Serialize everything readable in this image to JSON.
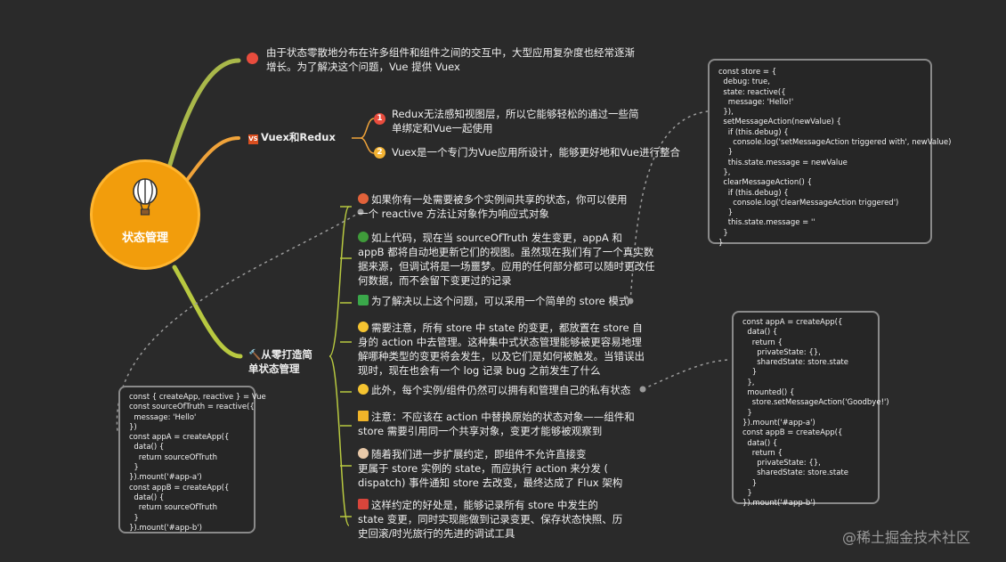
{
  "central": {
    "label": "状态管理",
    "icon": "hot-air-balloon-icon"
  },
  "branch1": {
    "dot_color": "#e84c3d",
    "lines": [
      "由于状态零散地分布在许多组件和组件之间的交互中，大型应用复杂度也经常逐渐",
      "增长。为了解决这个问题，Vue 提供 Vuex"
    ]
  },
  "branch2": {
    "badge": "VS",
    "title": "Vuex和Redux",
    "item1": {
      "num": "1",
      "lines": [
        "Redux无法感知视图层，所以它能够轻松的通过一些简",
        "单绑定和Vue一起使用"
      ]
    },
    "item2": {
      "num": "2",
      "lines": [
        "Vuex是一个专门为Vue应用所设计，能够更好地和Vue进行整合"
      ]
    }
  },
  "branch3": {
    "title_lines": [
      "从零打造简",
      "单状态管理"
    ],
    "items": [
      {
        "icon": "house-icon",
        "lines": [
          "如果你有一处需要被多个实例间共享的状态，你可以使用",
          "一个 reactive 方法让对象作为响应式对象"
        ]
      },
      {
        "icon": "tree-icon",
        "lines": [
          "如上代码，现在当 sourceOfTruth 发生变更，appA 和",
          "appB 都将自动地更新它们的视图。虽然现在我们有了一个真实数",
          "据来源，但调试将是一场噩梦。应用的任何部分都可以随时更改任",
          "何数据，而不会留下变更过的记录"
        ]
      },
      {
        "icon": "check-icon",
        "lines": [
          "为了解决以上这个问题，可以采用一个简单的 store 模式"
        ]
      },
      {
        "icon": "lightbulb-icon",
        "lines": [
          "需要注意，所有 store 中 state 的变更，都放置在 store 自",
          "身的 action 中去管理。这种集中式状态管理能够被更容易地理",
          "解哪种类型的变更将会发生，以及它们是如何被触发。当错误出",
          "现时，现在也会有一个 log 记录 bug 之前发生了什么"
        ]
      },
      {
        "icon": "smile-icon",
        "lines": [
          "此外，每个实例/组件仍然可以拥有和管理自己的私有状态"
        ]
      },
      {
        "icon": "warning-icon",
        "lines": [
          "注意：不应该在 action 中替换原始的状态对象——组件和",
          "store 需要引用同一个共享对象，变更才能够被观察到"
        ]
      },
      {
        "icon": "hand-icon",
        "lines": [
          "随着我们进一步扩展约定，即组件不允许直接变",
          "更属于 store 实例的 state，而应执行 action 来分发 (",
          "dispatch) 事件通知 store 去改变，最终达成了 Flux 架构"
        ]
      },
      {
        "icon": "megaphone-icon",
        "lines": [
          "这样约定的好处是，能够记录所有 store 中发生的",
          "state 变更，同时实现能做到记录变更、保存状态快照、历",
          "史回滚/时光旅行的先进的调试工具"
        ]
      }
    ]
  },
  "code_store": [
    "const store = {",
    "  debug: true,",
    "  state: reactive({",
    "    message: 'Hello!'",
    "  }),",
    "  setMessageAction(newValue) {",
    "    if (this.debug) {",
    "      console.log('setMessageAction triggered with', newValue)",
    "    }",
    "    this.state.message = newValue",
    "  },",
    "  clearMessageAction() {",
    "    if (this.debug) {",
    "      console.log('clearMessageAction triggered')",
    "    }",
    "    this.state.message = ''",
    "  }",
    "}"
  ],
  "code_apps": [
    "const appA = createApp({",
    "  data() {",
    "    return {",
    "      privateState: {},",
    "      sharedState: store.state",
    "    }",
    "  },",
    "  mounted() {",
    "    store.setMessageAction('Goodbye!')",
    "  }",
    "}).mount('#app-a')",
    "const appB = createApp({",
    "  data() {",
    "    return {",
    "      privateState: {},",
    "      sharedState: store.state",
    "    }",
    "  }",
    "}).mount('#app-b')"
  ],
  "code_reactive": [
    "const { createApp, reactive } = Vue",
    "const sourceOfTruth = reactive({",
    "  message: 'Hello'",
    "})",
    "const appA = createApp({",
    "  data() {",
    "    return sourceOfTruth",
    "  }",
    "}).mount('#app-a')",
    "const appB = createApp({",
    "  data() {",
    "    return sourceOfTruth",
    "  }",
    "}).mount('#app-b')"
  ],
  "watermark": "@稀土掘金技术社区"
}
